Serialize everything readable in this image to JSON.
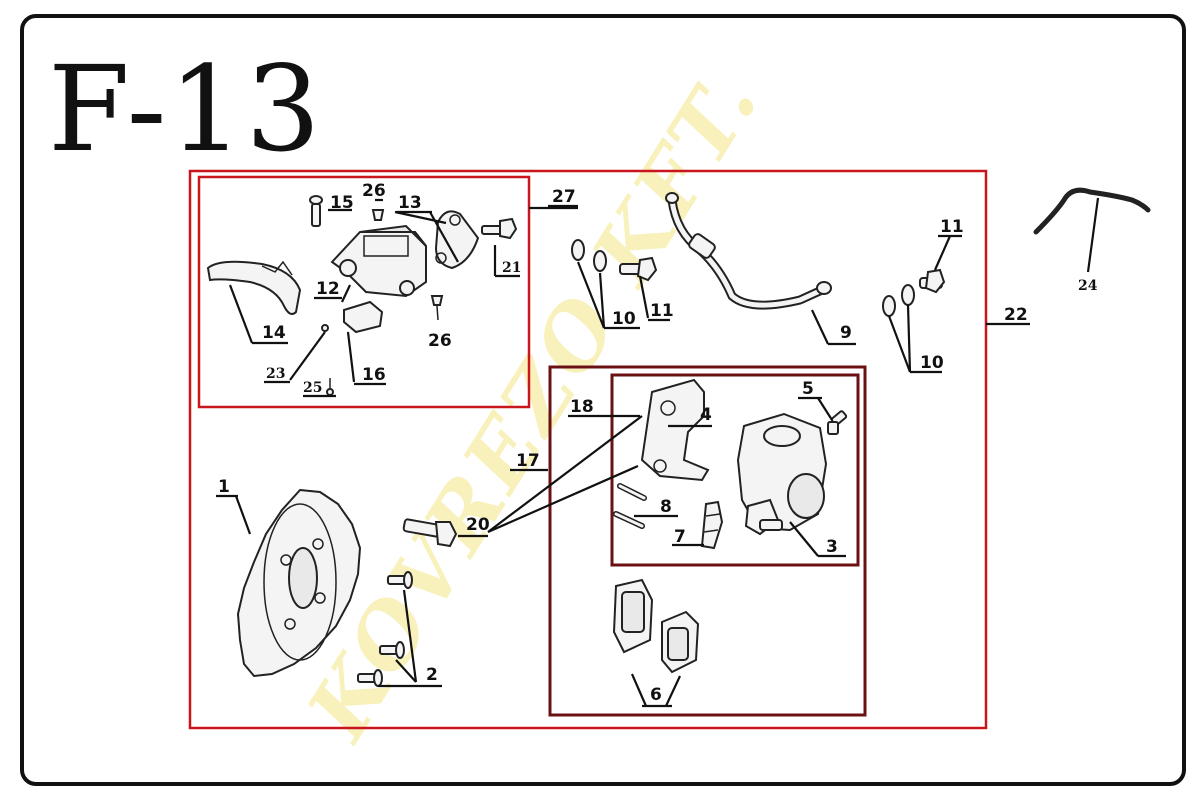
{
  "title": "F-13",
  "watermark": "KOVREZO KFT.",
  "callouts": {
    "c1": "1",
    "c2": "2",
    "c3": "3",
    "c4": "4",
    "c5": "5",
    "c6": "6",
    "c7": "7",
    "c8": "8",
    "c9": "9",
    "c10a": "10",
    "c10b": "10",
    "c11a": "11",
    "c11b": "11",
    "c12": "12",
    "c13": "13",
    "c14": "14",
    "c15": "15",
    "c16": "16",
    "c17": "17",
    "c18": "18",
    "c20": "20",
    "c21": "21",
    "c22": "22",
    "c23": "23",
    "c24": "24",
    "c25": "25",
    "c26a": "26",
    "c26b": "26",
    "c27": "27"
  },
  "colors": {
    "group_box": "#c8161c",
    "sub_box": "#6b1114",
    "watermark": "#f7efb0",
    "ink": "#111111"
  }
}
